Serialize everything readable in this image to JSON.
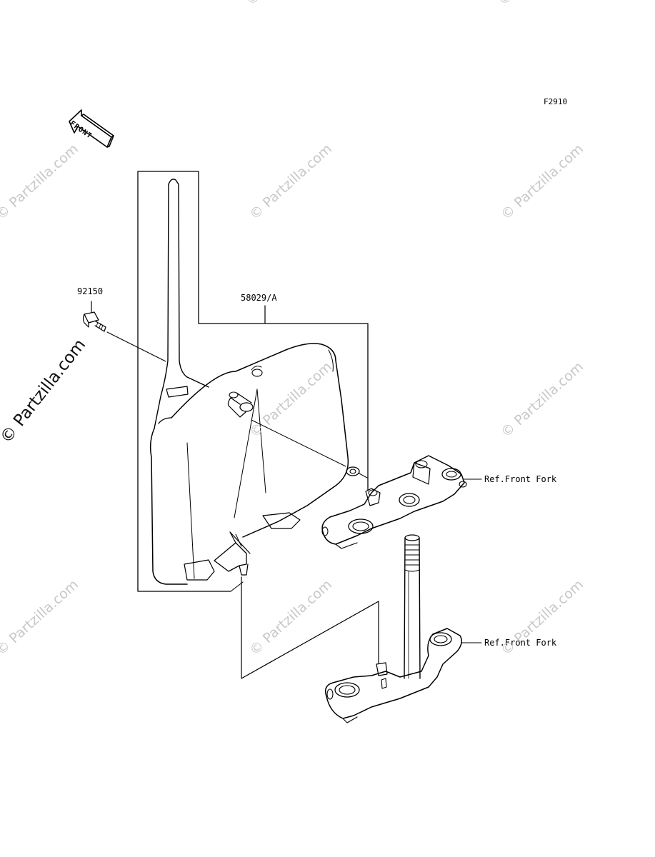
{
  "figure_code": "F2910",
  "front_arrow_label": "FRONT",
  "callouts": {
    "bolt_part_no": "92150",
    "number_plate_part_no": "58029/A",
    "ref_front_fork_upper": "Ref.Front Fork",
    "ref_front_fork_lower": "Ref.Front Fork"
  },
  "watermarks": {
    "faint": "© Partzilla.com",
    "bold": "© Partzilla.com"
  },
  "colors": {
    "line": "#000000",
    "watermark": "#c8c8c8"
  }
}
